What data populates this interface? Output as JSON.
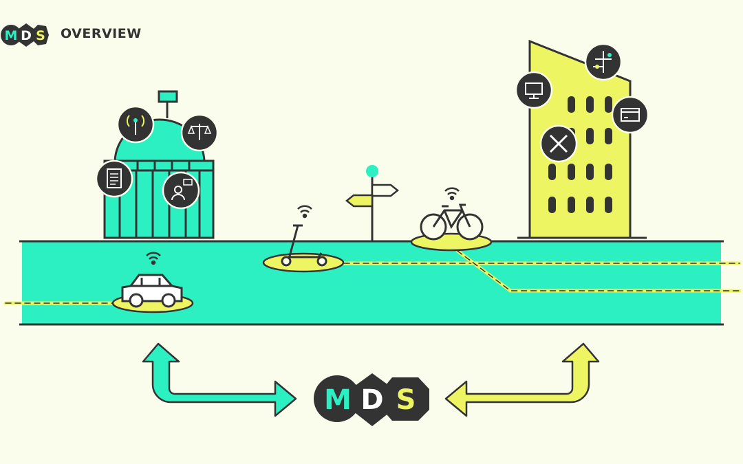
{
  "header": {
    "logo": {
      "m": "M",
      "d": "D",
      "s": "S"
    },
    "title": "OVERVIEW"
  },
  "center_logo": {
    "m": "M",
    "d": "D",
    "s": "S"
  },
  "colors": {
    "background": "#fbfdec",
    "teal": "#2cf0c2",
    "yellow": "#eef562",
    "dark": "#333333"
  },
  "icons": {
    "government": [
      "wireless-tower-icon",
      "scales-icon",
      "document-icon",
      "user-chat-icon"
    ],
    "company": [
      "monitor-icon",
      "network-icon",
      "credit-card-icon",
      "tools-icon"
    ],
    "vehicles": [
      "car-icon",
      "scooter-icon",
      "bicycle-icon"
    ]
  }
}
